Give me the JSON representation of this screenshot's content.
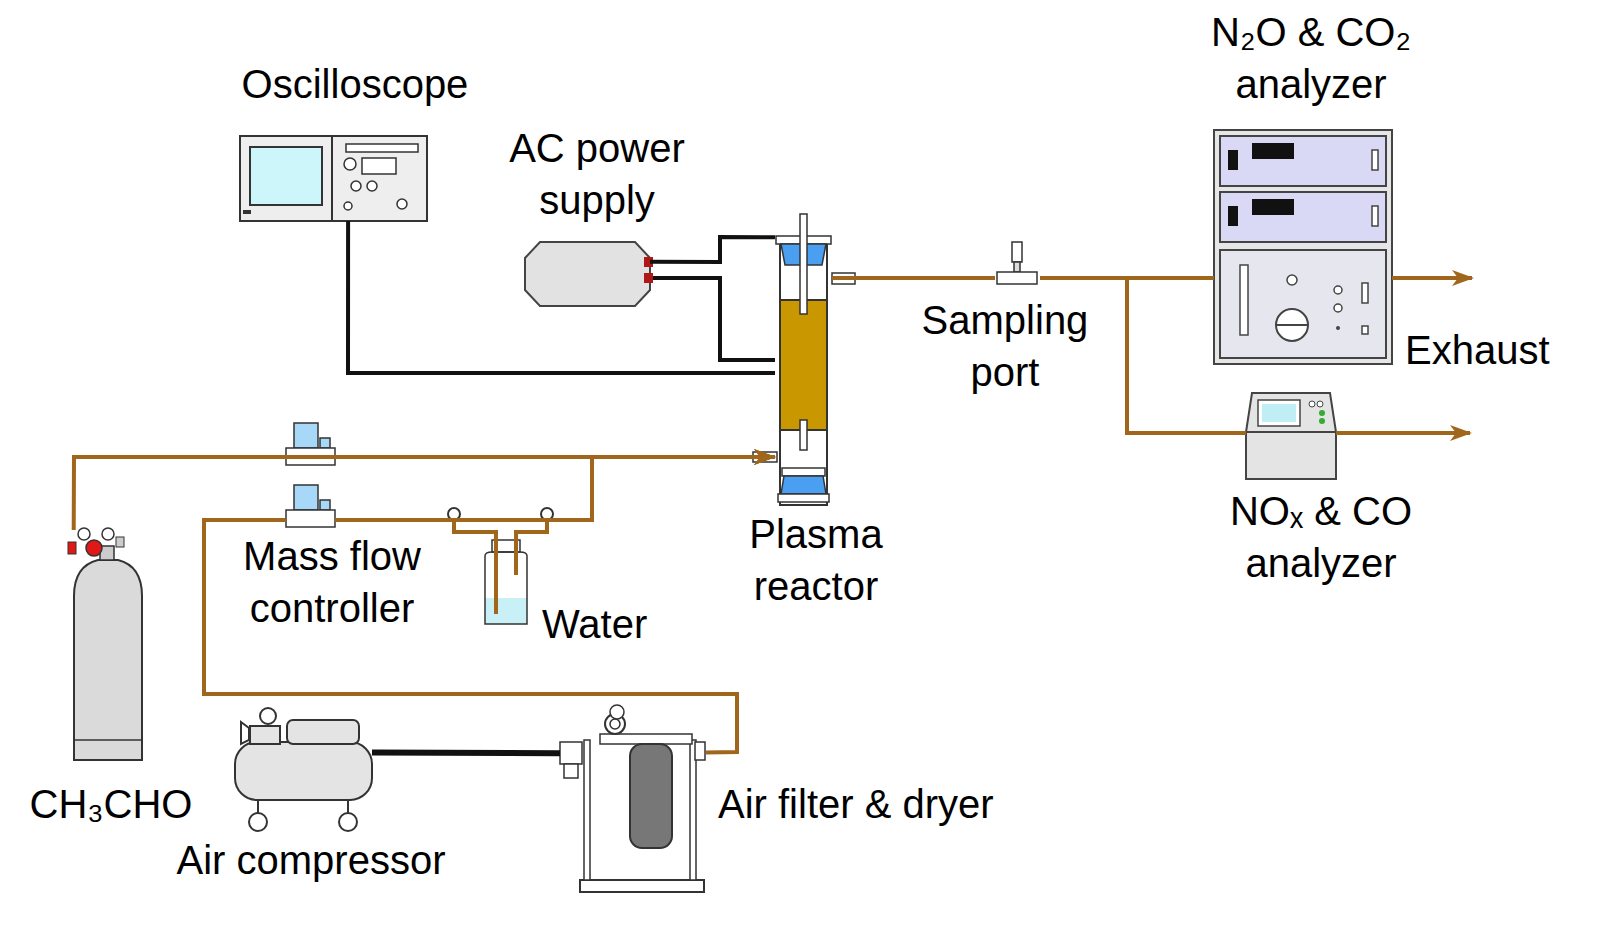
{
  "diagram": {
    "nodes": [
      {
        "text": [
          "Oscilloscope"
        ]
      },
      {
        "text": [
          "AC power supply"
        ]
      },
      {
        "text": [
          "N₂O & CO₂ analyzer"
        ]
      },
      {
        "text": [
          "Sampling port"
        ]
      },
      {
        "text": [
          "Plasma reactor"
        ]
      },
      {
        "text": [
          "NOₓ & CO analyzer"
        ]
      },
      {
        "text": [
          "Mass flow controller"
        ]
      },
      {
        "text": [
          "Water"
        ]
      },
      {
        "text": [
          "CH₃CHO"
        ]
      },
      {
        "text": [
          "Air compressor"
        ]
      },
      {
        "text": [
          "Air filter & dryer"
        ]
      }
    ],
    "edges": [
      {
        "from": 8,
        "to": 4,
        "arrow": "to"
      },
      {
        "from": 10,
        "to": 6,
        "arrow": "none"
      },
      {
        "from": 6,
        "to": 4,
        "arrow": "to"
      },
      {
        "from": 6,
        "to": 7,
        "arrow": "none"
      },
      {
        "from": 7,
        "to": 4,
        "arrow": "to"
      },
      {
        "from": 4,
        "to": 3,
        "arrow": "none"
      },
      {
        "from": 3,
        "to": 2,
        "arrow": "none"
      },
      {
        "from": 3,
        "to": 5,
        "arrow": "none"
      },
      {
        "from": 1,
        "to": 4,
        "arrow": "none"
      },
      {
        "from": 0,
        "to": 4,
        "arrow": "none"
      },
      {
        "from": 9,
        "to": 10,
        "arrow": "none"
      }
    ],
    "labels": [
      "Exhaust"
    ]
  }
}
